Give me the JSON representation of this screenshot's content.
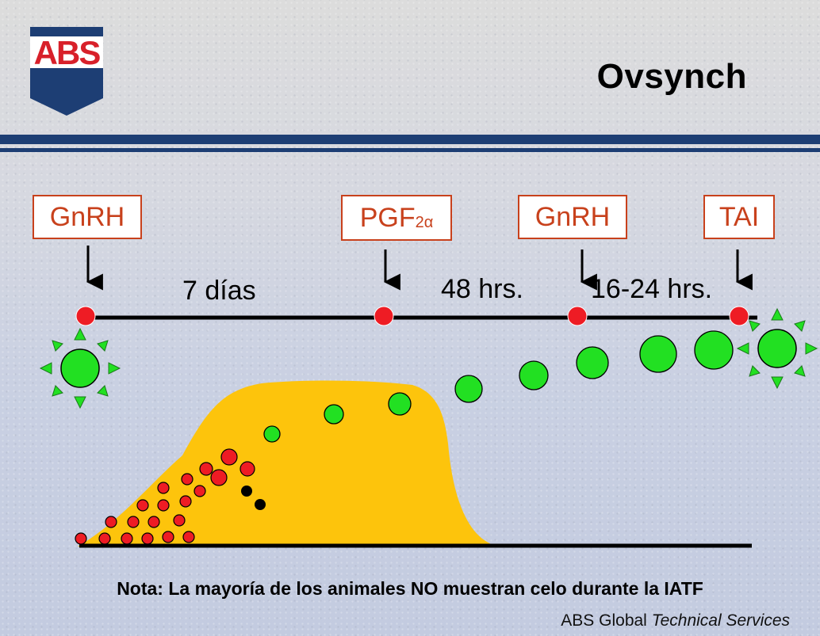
{
  "slide": {
    "title": "Ovsynch",
    "logo_text": "ABS",
    "note": "Nota: La mayoría de los animales NO muestran celo durante la IATF",
    "footer_brand": "ABS Global",
    "footer_italic": "Technical Services"
  },
  "timeline": {
    "events": [
      {
        "label": "GnRH"
      },
      {
        "label": "PGF",
        "subscript": "2α"
      },
      {
        "label": "GnRH"
      },
      {
        "label": "TAI"
      }
    ],
    "intervals": [
      "7 días",
      "48 hrs.",
      "16-24 hrs."
    ]
  },
  "colors": {
    "brand_blue": "#1d3e74",
    "logo_red": "#d8202a",
    "label_red": "#c8411c",
    "event_dot": "#ee1c24",
    "follicle_green": "#22e022",
    "heat_curve": "#fdc40c"
  }
}
